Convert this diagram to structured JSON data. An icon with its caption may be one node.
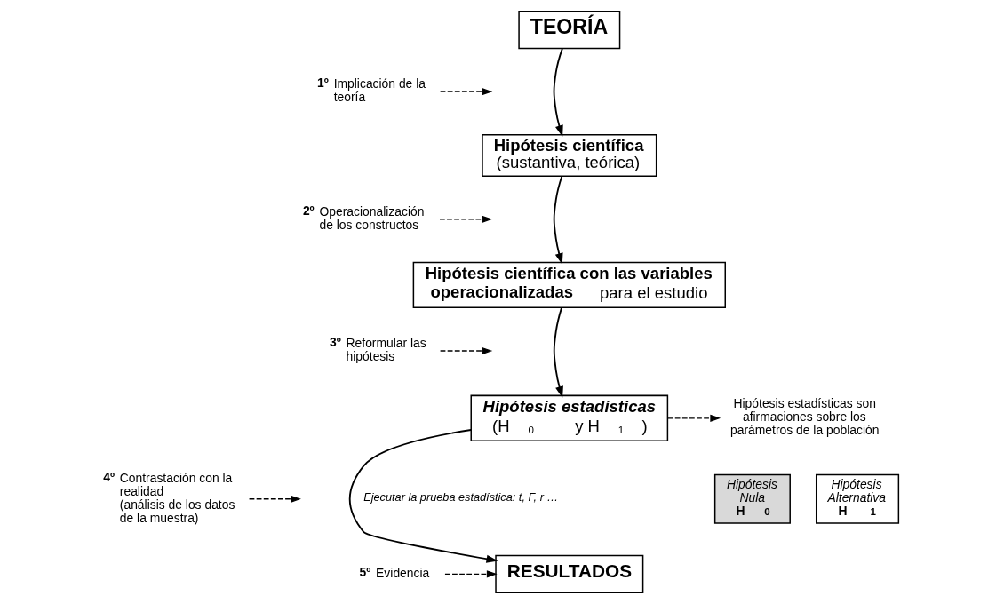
{
  "diagram": {
    "nodes": [
      {
        "text": [
          "TEORÍA"
        ]
      },
      {
        "text": [
          "Hipótesis científica",
          "(sustantiva, teórica)"
        ]
      },
      {
        "text": [
          "**Hipótesis científica con las variables operacionalizadas** para el estudio"
        ]
      },
      {
        "text": [
          "Hipótesis estadísticas",
          "(H$_{0}$ y H$_{1}$)"
        ]
      },
      {
        "text": [
          "RESULTADOS"
        ]
      },
      {
        "text": [
          "Hipótesis estadísticas son afirmaciones sobre los parámetros de la población"
        ]
      },
      {
        "text": [
          "Hipótesis Nula",
          "H$_{0}$"
        ]
      },
      {
        "text": [
          "Hipótesis Alternativa",
          "H$_{1}$"
        ]
      },
      {
        "text": [
          "1º",
          "Implicación de la teoría"
        ]
      },
      {
        "text": [
          "2º",
          "Operacionalización de los constructos"
        ]
      },
      {
        "text": [
          "3º",
          "Reformular las hipótesis"
        ]
      },
      {
        "text": [
          "4º",
          "Contrastación con la realidad",
          "(análisis de los datos de la muestra)"
        ]
      },
      {
        "text": [
          "5º",
          "Evidencia"
        ]
      }
    ],
    "edges": [
      {
        "from": 0,
        "to": 1,
        "arrow": "to"
      },
      {
        "from": 1,
        "to": 2,
        "arrow": "to"
      },
      {
        "from": 2,
        "to": 3,
        "arrow": "to"
      },
      {
        "from": 3,
        "to": 4,
        "arrow": "to",
        "label": "Ejecutar la prueba estadística: t, F, r …"
      },
      {
        "from": 3,
        "to": 5,
        "arrow": "to",
        "style": "dashed"
      },
      {
        "from": 8,
        "to": null,
        "arrow": "to",
        "style": "dashed"
      },
      {
        "from": 9,
        "to": null,
        "arrow": "to",
        "style": "dashed"
      },
      {
        "from": 10,
        "to": null,
        "arrow": "to",
        "style": "dashed"
      },
      {
        "from": 11,
        "to": null,
        "arrow": "to",
        "style": "dashed"
      },
      {
        "from": 12,
        "to": 4,
        "arrow": "to",
        "style": "dashed"
      }
    ]
  }
}
